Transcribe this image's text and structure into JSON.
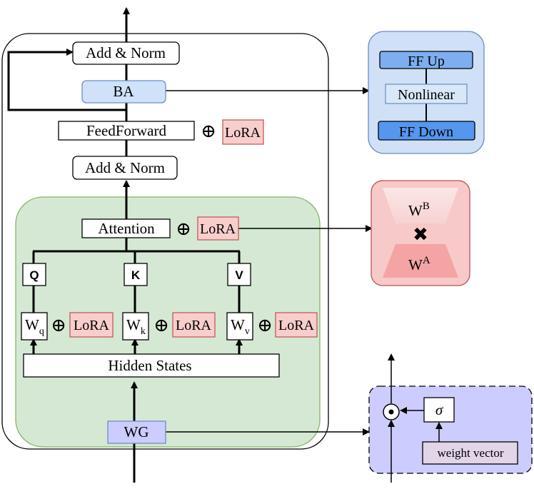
{
  "main": {
    "add_norm_top": "Add & Norm",
    "ba": "BA",
    "feedforward": "FeedForward",
    "lora_ff": "LoRA",
    "add_norm_mid": "Add & Norm",
    "attention": "Attention",
    "lora_attn": "LoRA",
    "q": "Q",
    "k": "K",
    "v": "V",
    "wq_base": "W",
    "wq_sub": "q",
    "wk_base": "W",
    "wk_sub": "k",
    "wv_base": "W",
    "wv_sub": "v",
    "lora_q": "LoRA",
    "lora_k": "LoRA",
    "lora_v": "LoRA",
    "hidden_states": "Hidden States",
    "wg": "WG"
  },
  "ffn_panel": {
    "ff_up": "FF Up",
    "nonlinear": "Nonlinear",
    "ff_down": "FF Down"
  },
  "lora_panel": {
    "wb_base": "W",
    "wb_sup": "B",
    "wa_base": "W",
    "wa_sup": "A",
    "times_symbol": "✖"
  },
  "gate_panel": {
    "sigma": "σ",
    "odot": "⊙",
    "weight_vector": "weight vector"
  },
  "symbols": {
    "oplus": "⊕"
  },
  "colors": {
    "green_region": "#d5e8d4",
    "green_border": "#82b366",
    "blue_panel": "#cfe0f7",
    "blue_border": "#6c8ebf",
    "ba_fill": "#cfe2f9",
    "lora_fill": "#f8cecc",
    "lora_border": "#b85450",
    "wg_fill": "#ccccff",
    "gate_fill": "#ccccff",
    "red_panel": "#f7c9c9",
    "weight_vector_fill": "#e1d5e7"
  }
}
